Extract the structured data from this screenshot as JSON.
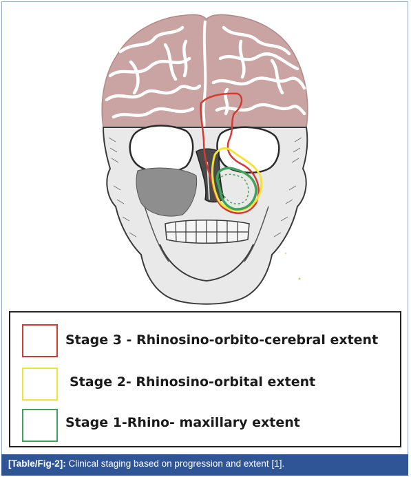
{
  "figure": {
    "description_layers": [
      "brain",
      "skull",
      "stage-1-outline",
      "stage-2-outline",
      "stage-3-outline"
    ]
  },
  "legend": {
    "items": [
      {
        "label": "Stage 3 - Rhinosino-orbito-cerebral extent",
        "color": "#d43a32"
      },
      {
        "label": "Stage 2- Rhinosino-orbital extent",
        "color": "#f2e33b"
      },
      {
        "label": "Stage 1-Rhino- maxillary extent",
        "color": "#3fa35a"
      }
    ]
  },
  "caption": {
    "ref": "[Table/Fig-2]:",
    "text": " Clinical staging based on progression and extent [1]."
  },
  "colors": {
    "brain": "#c9a4a2",
    "brain_sulci": "#ffffff",
    "skull": "#e9e9e9",
    "skull_line": "#3a3a3a",
    "shadow": "#8e8e8e",
    "caption_bg": "#2f5597"
  }
}
